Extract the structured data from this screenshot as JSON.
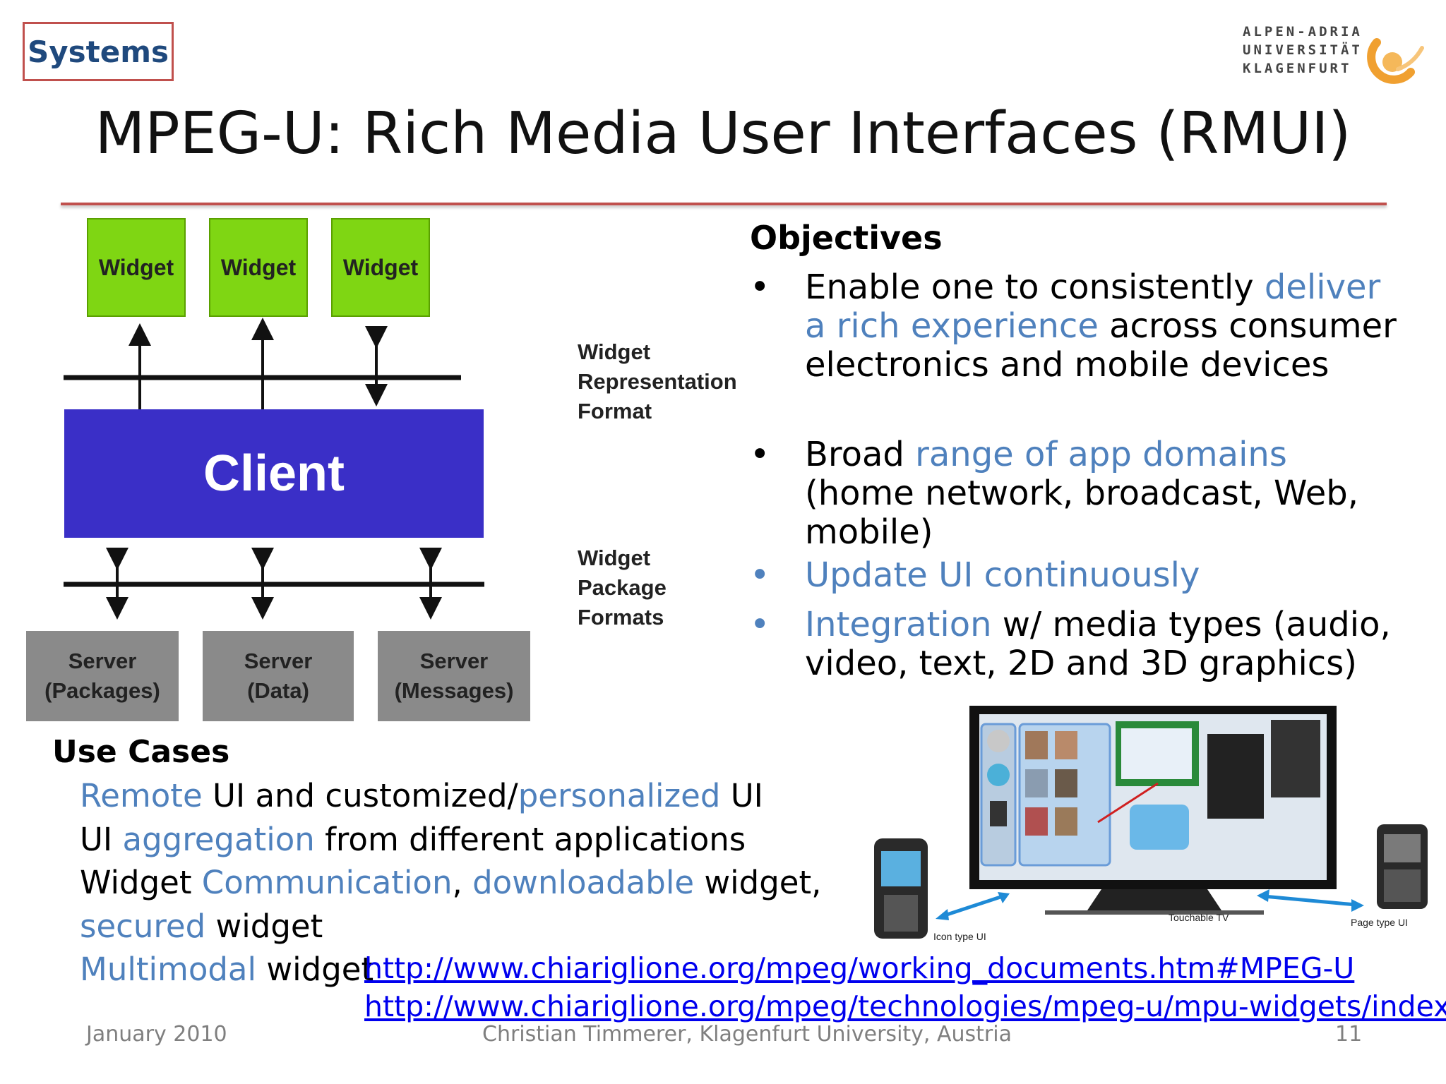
{
  "tag": "Systems",
  "logo": {
    "lines": [
      "ALPEN-ADRIA",
      "UNIVERSITÄT",
      "KLAGENFURT"
    ]
  },
  "title": "MPEG-U: Rich Media User Interfaces (RMUI)",
  "diagram": {
    "widgets": [
      "Widget",
      "Widget",
      "Widget"
    ],
    "client": "Client",
    "servers": [
      {
        "line1": "Server",
        "line2": "(Packages)"
      },
      {
        "line1": "Server",
        "line2": "(Data)"
      },
      {
        "line1": "Server",
        "line2": "(Messages)"
      }
    ],
    "label_top": [
      "Widget",
      "Representation",
      "Format"
    ],
    "label_bottom": [
      "Widget",
      "Package",
      "Formats"
    ]
  },
  "objectives": {
    "title": "Objectives",
    "bullets": [
      {
        "parts": [
          {
            "text": "Enable one to consistently ",
            "hl": false
          },
          {
            "text": "deliver a rich experience",
            "hl": true
          },
          {
            "text": " across consumer electronics and mobile devices",
            "hl": false
          }
        ],
        "bullet_hl": false
      },
      {
        "parts": [
          {
            "text": "Broad ",
            "hl": false
          },
          {
            "text": "range of app domains",
            "hl": true
          },
          {
            "text": " (home network, broadcast, Web, mobile)",
            "hl": false
          }
        ],
        "bullet_hl": false
      },
      {
        "parts": [
          {
            "text": "Update UI continuously",
            "hl": true
          }
        ],
        "bullet_hl": true
      },
      {
        "parts": [
          {
            "text": "Integration",
            "hl": true
          },
          {
            "text": " w/ media types (audio, video, text, 2D and 3D graphics)",
            "hl": false
          }
        ],
        "bullet_hl": true
      }
    ]
  },
  "use_cases": {
    "title": "Use Cases",
    "lines": [
      [
        {
          "text": "Remote",
          "hl": true
        },
        {
          "text": " UI and customized/",
          "hl": false
        },
        {
          "text": "personalized",
          "hl": true
        },
        {
          "text": " UI",
          "hl": false
        }
      ],
      [
        {
          "text": "UI ",
          "hl": false
        },
        {
          "text": "aggregation",
          "hl": true
        },
        {
          "text": " from different applications",
          "hl": false
        }
      ],
      [
        {
          "text": "Widget ",
          "hl": false
        },
        {
          "text": "Communication",
          "hl": true
        },
        {
          "text": ", ",
          "hl": false
        },
        {
          "text": "downloadable",
          "hl": true
        },
        {
          "text": " widget,",
          "hl": false
        }
      ],
      [
        {
          "text": "secured",
          "hl": true
        },
        {
          "text": " widget",
          "hl": false
        }
      ],
      [
        {
          "text": "Multimodal",
          "hl": true
        },
        {
          "text": " widget",
          "hl": false
        }
      ]
    ]
  },
  "links": [
    "http://www.chiariglione.org/mpeg/working_documents.htm#MPEG-U",
    "http://www.chiariglione.org/mpeg/technologies/mpeg-u/mpu-widgets/index.htm"
  ],
  "illustration": {
    "label_left": "Icon type UI",
    "label_center": "Touchable TV",
    "label_right": "Page type UI"
  },
  "footer": {
    "date": "January 2010",
    "author": "Christian Timmerer, Klagenfurt University, Austria",
    "page": "11"
  },
  "colors": {
    "accent_rule": "#c0504d",
    "highlight": "#4f81bd",
    "widget_green": "#7fd613",
    "client_blue": "#3a2fc7",
    "server_gray": "#8a8a8a"
  }
}
